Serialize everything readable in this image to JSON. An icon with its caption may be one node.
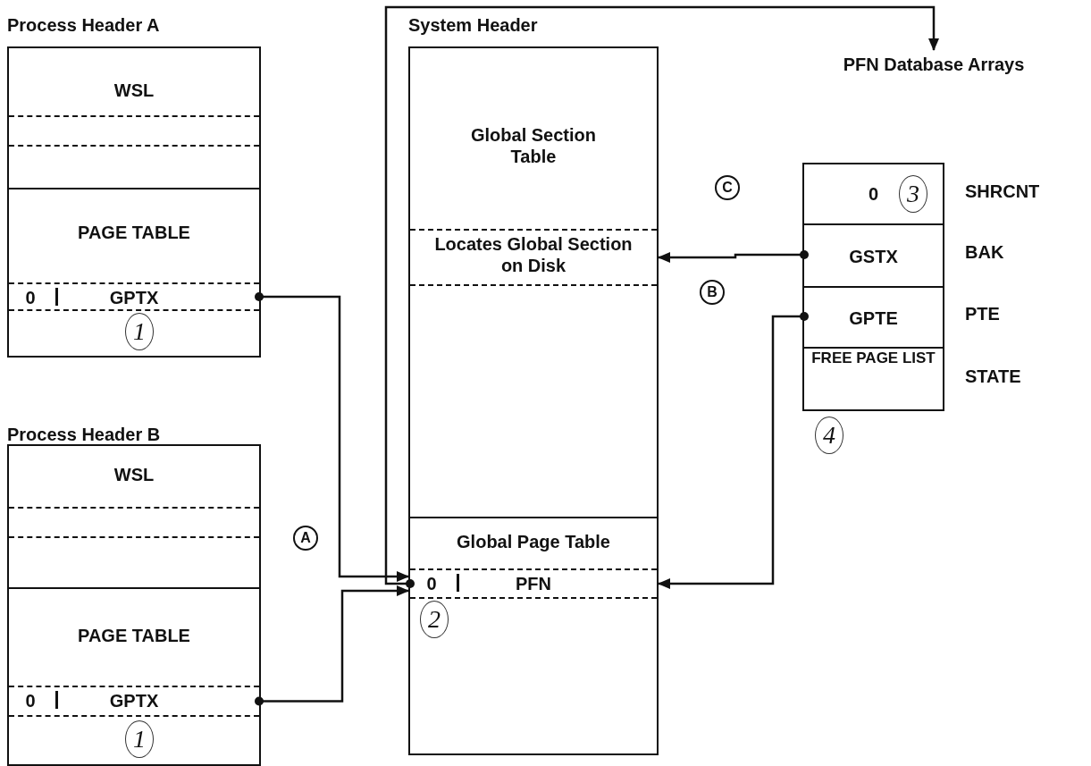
{
  "diagram": {
    "nodes": [
      {
        "text": [
          "Process Header A"
        ]
      },
      {
        "text": [
          "WSL"
        ],
        "in": 0
      },
      {
        "text": [
          "PAGE TABLE"
        ],
        "in": 0
      },
      {
        "text": [
          "0",
          "GPTX"
        ],
        "in": 2
      },
      {
        "text": [
          "Process Header B"
        ]
      },
      {
        "text": [
          "WSL"
        ],
        "in": 4
      },
      {
        "text": [
          "PAGE TABLE"
        ],
        "in": 4
      },
      {
        "text": [
          "0",
          "GPTX"
        ],
        "in": 6
      },
      {
        "text": [
          "System Header"
        ]
      },
      {
        "text": [
          "Global Section Table"
        ],
        "in": 8
      },
      {
        "text": [
          "Locates Global Section on Disk"
        ],
        "in": 9
      },
      {
        "text": [
          "Global Page Table"
        ],
        "in": 8
      },
      {
        "text": [
          "0",
          "PFN"
        ],
        "in": 11
      },
      {
        "text": [
          "PFN Database Arrays"
        ]
      },
      {
        "text": [],
        "shape": "box"
      },
      {
        "text": [
          "0"
        ],
        "in": 14
      },
      {
        "text": [
          "GSTX"
        ],
        "in": 14
      },
      {
        "text": [
          "GPTE"
        ],
        "in": 14
      },
      {
        "text": [
          "FREE PAGE LIST"
        ],
        "in": 14
      }
    ],
    "edges": [
      {
        "from": 3,
        "to": 12,
        "arrow": "to"
      },
      {
        "from": 7,
        "to": 12,
        "arrow": "to"
      },
      {
        "from": 12,
        "to": 13,
        "arrow": "to"
      },
      {
        "from": 16,
        "to": 10,
        "arrow": "to"
      },
      {
        "from": 17,
        "to": 12,
        "arrow": "to"
      }
    ],
    "labels": [
      "C",
      "3",
      "SHRCNT",
      "BAK",
      "B",
      "PTE",
      "1",
      "STATE",
      "4",
      "A",
      "2",
      "1"
    ]
  }
}
